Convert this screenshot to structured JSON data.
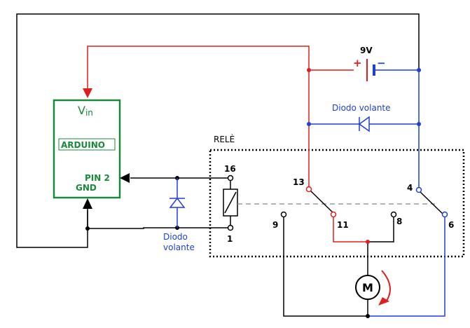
{
  "colors": {
    "black": "#000000",
    "red": "#e01e1e",
    "blue": "#1f3fd6",
    "green": "#1a8a3a",
    "dash": "#888888"
  },
  "battery": {
    "voltage": "9V",
    "plus": "+",
    "minus": "−"
  },
  "diode_top": {
    "label": "Diodo volante"
  },
  "diode_left": {
    "line1": "Diodo",
    "line2": "volante"
  },
  "relay": {
    "label": "RELÈ"
  },
  "pins": {
    "p16": "16",
    "p1": "1",
    "p13": "13",
    "p11": "11",
    "p9": "9",
    "p8": "8",
    "p4": "4",
    "p6": "6"
  },
  "arduino": {
    "vin_main": "V",
    "vin_sub": "in",
    "name": "ARDUINO",
    "pin2": "PIN 2",
    "gnd": "GND"
  },
  "motor": {
    "label": "M"
  }
}
